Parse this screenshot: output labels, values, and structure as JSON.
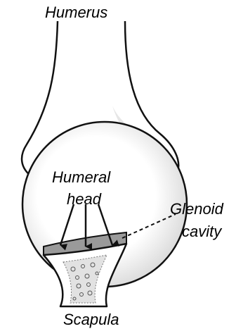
{
  "labels": {
    "humerus": "Humerus",
    "humeral_head_line1": "Humeral",
    "humeral_head_line2": "head",
    "glenoid_line1": "Glenoid",
    "glenoid_line2": "cavity",
    "scapula": "Scapula"
  },
  "colors": {
    "outline": "#111111",
    "bone_fill": "#ffffff",
    "shading": "#cfcfcf",
    "cavity_fill": "#9a9a9a",
    "cancellous": "#e2e2e2"
  },
  "arrows": {
    "count": 3,
    "direction": "down"
  },
  "leader_line": {
    "style": "dashed"
  }
}
